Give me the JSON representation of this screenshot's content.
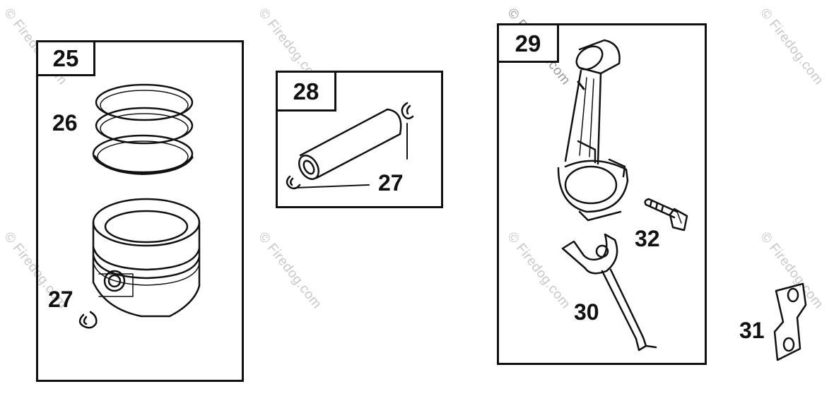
{
  "watermark": "© Firedog.com",
  "groups": {
    "piston_assembly": "25",
    "pin_assembly": "28",
    "rod_assembly": "29"
  },
  "callouts": {
    "rings": "26",
    "retainer_piston": "27",
    "retainer_pin": "27",
    "dipper": "30",
    "lock_plate": "31",
    "rod_bolt": "32"
  }
}
